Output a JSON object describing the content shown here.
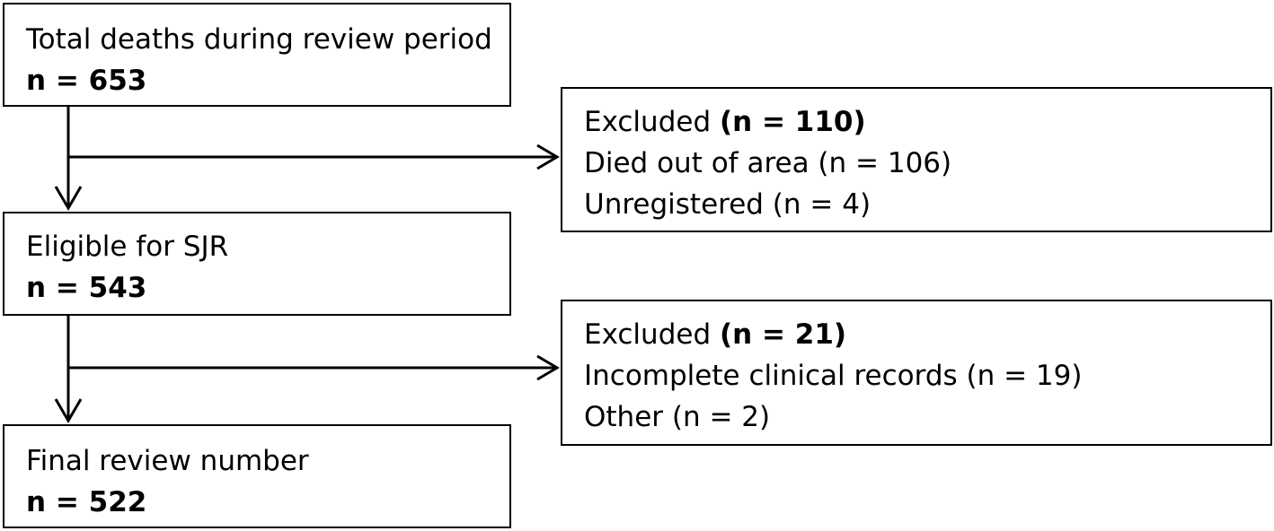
{
  "boxes": {
    "total": {
      "label": "Total deaths during review period",
      "count": "n = 653"
    },
    "excluded_1": {
      "label": "Excluded ",
      "count": "(n = 110)",
      "reasons": [
        "Died out of area (n = 106)",
        "Unregistered (n = 4)"
      ]
    },
    "eligible": {
      "label": "Eligible for SJR",
      "count": "n = 543"
    },
    "excluded_2": {
      "label": "Excluded ",
      "count": "(n = 21)",
      "reasons": [
        "Incomplete clinical records (n = 19)",
        "Other (n = 2)"
      ]
    },
    "final": {
      "label": "Final review number",
      "count": "n = 522"
    }
  }
}
